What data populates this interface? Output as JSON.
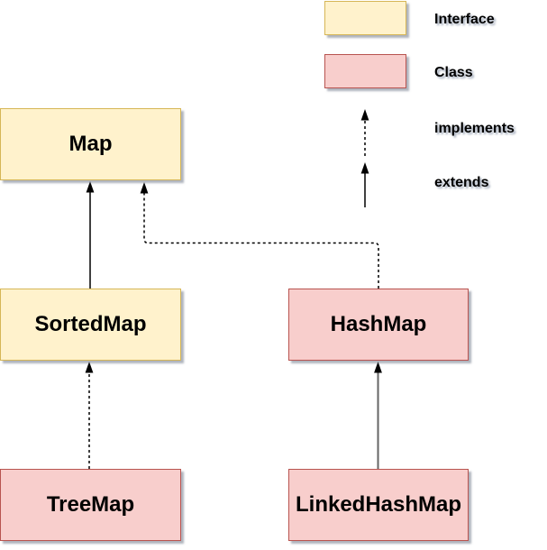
{
  "diagram": {
    "title_hint": "Java Map hierarchy UML diagram",
    "nodes": [
      {
        "id": "map",
        "label": "Map",
        "type": "interface"
      },
      {
        "id": "sortedmap",
        "label": "SortedMap",
        "type": "interface"
      },
      {
        "id": "treemap",
        "label": "TreeMap",
        "type": "class"
      },
      {
        "id": "hashmap",
        "label": "HashMap",
        "type": "class"
      },
      {
        "id": "linkedhashmap",
        "label": "LinkedHashMap",
        "type": "class"
      }
    ],
    "edges": [
      {
        "from": "sortedmap",
        "to": "map",
        "relation": "extends",
        "style": "solid-black"
      },
      {
        "from": "treemap",
        "to": "sortedmap",
        "relation": "implements",
        "style": "dashed-black"
      },
      {
        "from": "hashmap",
        "to": "map",
        "relation": "implements",
        "style": "dashed-black-orthogonal"
      },
      {
        "from": "linkedhashmap",
        "to": "hashmap",
        "relation": "extends",
        "style": "solid-gray"
      }
    ],
    "legend": {
      "interface_label": "Interface",
      "class_label": "Class",
      "implements_label": "implements",
      "extends_label": "extends"
    }
  },
  "colors": {
    "interface_fill": "#FFF2CC",
    "interface_border": "#D6B656",
    "class_fill": "#F8CECC",
    "class_border": "#B85450",
    "arrow": "#000000",
    "extends_gray": "#666666",
    "background": "#FFFFFF",
    "text": "#000000"
  }
}
